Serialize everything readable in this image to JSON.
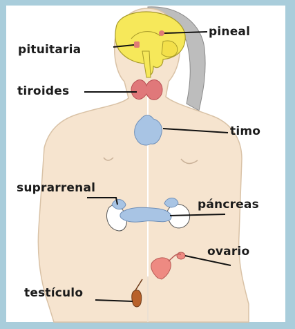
{
  "labels": {
    "pineal": "pineal",
    "pituitaria": "pituitaria",
    "tiroides": "tiroides",
    "timo": "timo",
    "suprarrenal": "suprarrenal",
    "pancreas": "páncreas",
    "ovario": "ovario",
    "testiculo": "testículo"
  },
  "colors": {
    "background": "#a9cddb",
    "skin": "#f6e4cf",
    "skin_outline": "#d9c2a6",
    "brain": "#f6e85a",
    "pituitary": "#e07b75",
    "thyroid": "#e0787a",
    "thymus": "#a8c4e4",
    "adrenal_pancreas": "#a8c4e4",
    "ovary": "#ee8a82",
    "hair": "#bcbcbc"
  }
}
